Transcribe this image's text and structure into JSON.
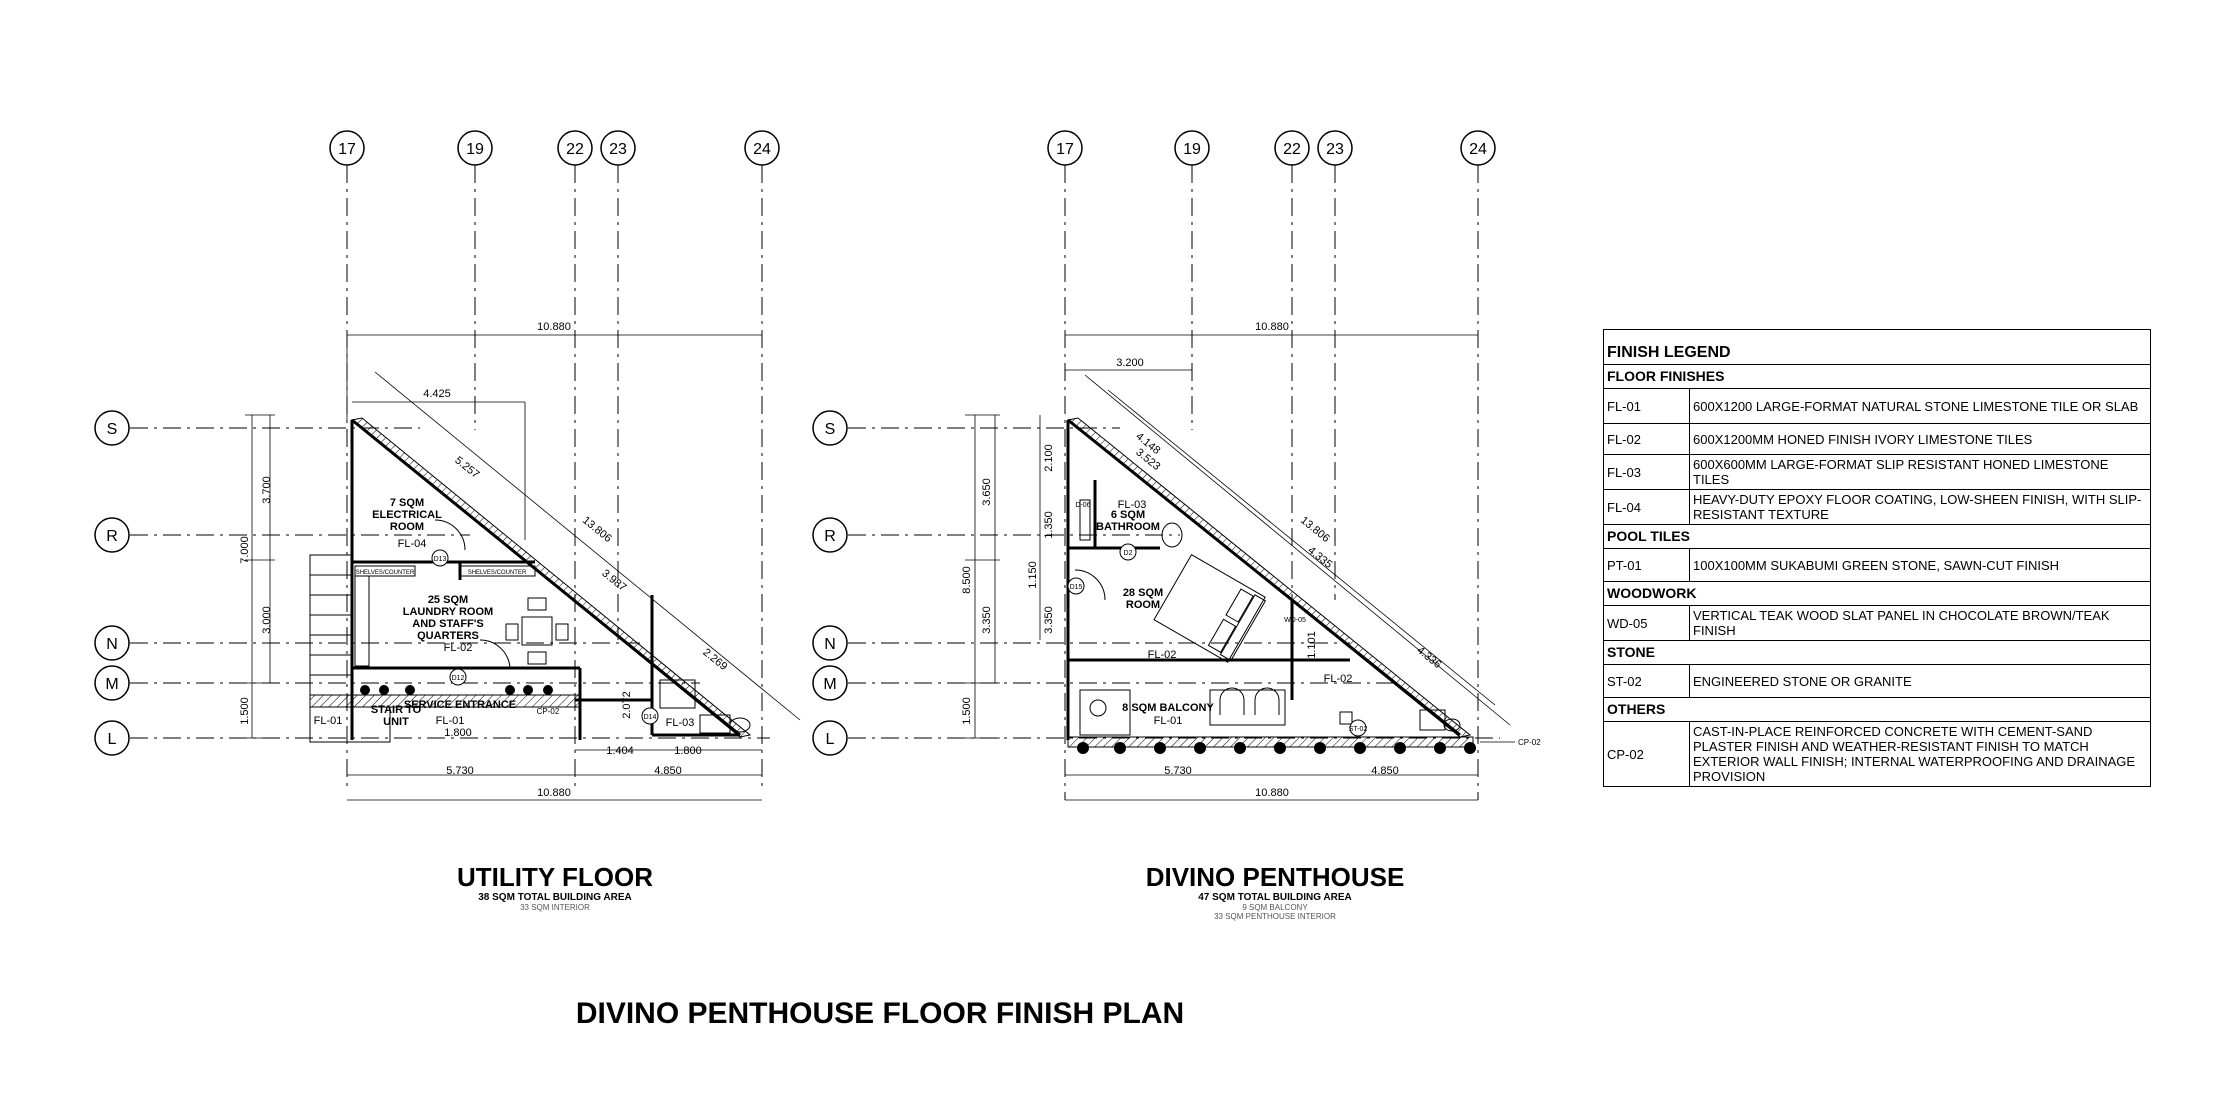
{
  "grid": {
    "columns": [
      "17",
      "19",
      "22",
      "23",
      "24"
    ],
    "rows": [
      "S",
      "R",
      "N",
      "M",
      "L"
    ]
  },
  "utility": {
    "title": "UTILITY FLOOR",
    "area": "38 SQM TOTAL BUILDING AREA",
    "interior": "33 SQM INTERIOR",
    "dims": {
      "overall_top": "10.880",
      "overall_bottom": "10.880",
      "d4425": "4.425",
      "d5257": "5.257",
      "d13806": "13.806",
      "d3987": "3.987",
      "d2269": "2.269",
      "v3700": "3.700",
      "v7000": "7.000",
      "v3000": "3.000",
      "v1500": "1.500",
      "d1800a": "1.800",
      "d2072": "2.072",
      "d1404": "1.404",
      "d1800b": "1.800",
      "d5730": "5.730",
      "d4850": "4.850"
    },
    "rooms": {
      "elec": [
        "7 SQM",
        "ELECTRICAL",
        "ROOM"
      ],
      "elec_finish": "FL-04",
      "laundry": [
        "25 SQM",
        "LAUNDRY ROOM",
        "AND STAFF'S",
        "QUARTERS"
      ],
      "laundry_finish": "FL-02",
      "shelves1": "SHELVES/COUNTER",
      "shelves2": "SHELVES/COUNTER",
      "service": "SERVICE ENTRANCE",
      "service_finish": "FL-01",
      "stair": [
        "STAIR TO",
        "UNIT"
      ],
      "stair_finish": "FL-01",
      "fl03": "FL-03",
      "cp02": "CP-02",
      "d13": "D13",
      "d12": "D12",
      "d14": "D14"
    }
  },
  "penthouse": {
    "title": "DIVINO PENTHOUSE",
    "area": "47 SQM TOTAL BUILDING AREA",
    "balcony": "9 SQM BALCONY",
    "interior": "33 SQM PENTHOUSE INTERIOR",
    "dims": {
      "overall_top": "10.880",
      "overall_bottom": "10.880",
      "d3200": "3.200",
      "d4148": "4.148",
      "d3523": "3.523",
      "d13806": "13.806",
      "d4335": "4.335",
      "d4336": "4.336",
      "v3650": "3.650",
      "v8500": "8.500",
      "v3350": "3.350",
      "v1500": "1.500",
      "v2100": "2.100",
      "v1350": "1.350",
      "v1150": "1.150",
      "v3350b": "3.350",
      "d1101": "1.101",
      "d5730": "5.730",
      "d4850": "4.850"
    },
    "rooms": {
      "bath": [
        "6 SQM",
        "BATHROOM"
      ],
      "bath_finish": "FL-03",
      "room": [
        "28 SQM",
        "ROOM"
      ],
      "room_finish": "FL-02",
      "balcony": [
        "8 SQM BALCONY"
      ],
      "balcony_finish": "FL-01",
      "fl02b": "FL-02",
      "wd05": "WD-05",
      "st02": "ST-02",
      "cp02": "CP-02",
      "d2": "D2",
      "d15": "D15",
      "d6": "D-06"
    }
  },
  "main_title": "DIVINO PENTHOUSE FLOOR FINISH PLAN",
  "legend": {
    "title": "FINISH LEGEND",
    "sections": [
      {
        "name": "FLOOR FINISHES",
        "items": [
          {
            "code": "FL-01",
            "desc": "600X1200 LARGE-FORMAT NATURAL STONE LIMESTONE TILE OR SLAB"
          },
          {
            "code": "FL-02",
            "desc": "600X1200MM HONED FINISH IVORY LIMESTONE TILES"
          },
          {
            "code": "FL-03",
            "desc": "600X600MM LARGE-FORMAT SLIP RESISTANT HONED LIMESTONE TILES"
          },
          {
            "code": "FL-04",
            "desc": "HEAVY-DUTY EPOXY FLOOR COATING, LOW-SHEEN FINISH, WITH SLIP-RESISTANT TEXTURE"
          }
        ]
      },
      {
        "name": "POOL TILES",
        "items": [
          {
            "code": "PT-01",
            "desc": "100X100MM SUKABUMI GREEN STONE, SAWN-CUT FINISH"
          }
        ]
      },
      {
        "name": "WOODWORK",
        "items": [
          {
            "code": "WD-05",
            "desc": "VERTICAL TEAK WOOD SLAT PANEL IN CHOCOLATE BROWN/TEAK FINISH"
          }
        ]
      },
      {
        "name": "STONE",
        "items": [
          {
            "code": "ST-02",
            "desc": "ENGINEERED STONE OR GRANITE"
          }
        ]
      },
      {
        "name": "OTHERS",
        "items": [
          {
            "code": "CP-02",
            "desc": "CAST-IN-PLACE REINFORCED CONCRETE WITH CEMENT-SAND PLASTER FINISH AND WEATHER-RESISTANT FINISH TO MATCH EXTERIOR WALL FINISH; INTERNAL WATERPROOFING AND DRAINAGE PROVISION"
          }
        ]
      }
    ]
  }
}
